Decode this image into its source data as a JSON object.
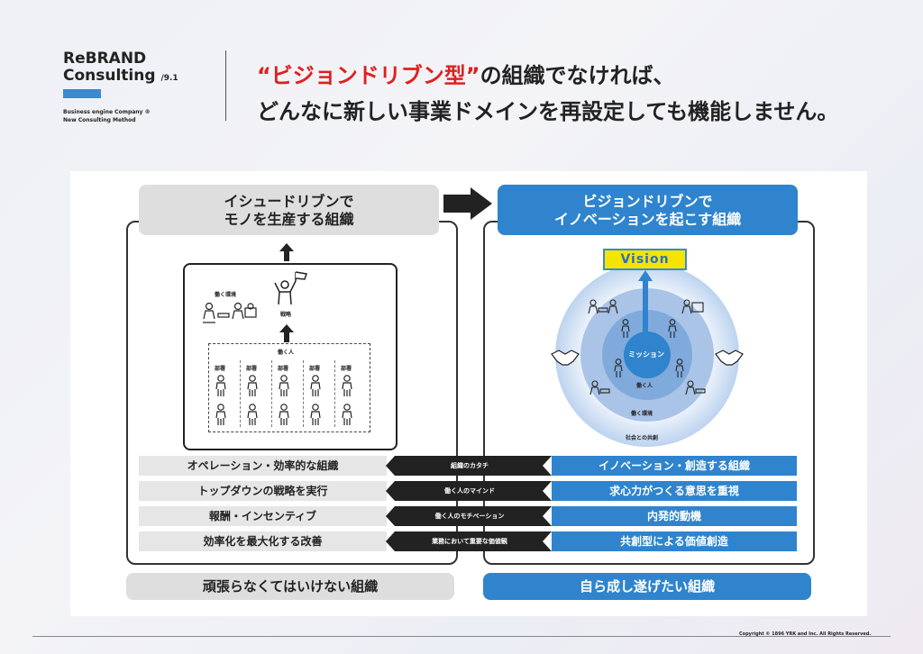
{
  "brand": {
    "line1": "ReBRAND",
    "line2": "Consulting",
    "issue": "/9.1",
    "sub1": "Business engine Company",
    "sub1_mark": "®",
    "sub2": "New Consulting Method"
  },
  "headline": {
    "quote_open": "“",
    "highlight": "ビジョンドリブン型",
    "quote_close": "”",
    "rest1": "の組織でなければ、",
    "line2": "どんなに新しい事業ドメインを再設定しても機能しません。"
  },
  "left": {
    "title_line1": "イシュードリブンで",
    "title_line2": "モノを生産する組織",
    "env_label": "働く環境",
    "strategy_label": "戦略",
    "workers_label": "働く人",
    "dept_label": "部署",
    "footer": "頑張らなくてはいけない組織"
  },
  "right": {
    "title_line1": "ビジョンドリブンで",
    "title_line2": "イノベーションを起こす組織",
    "vision": "Vision",
    "mission": "ミッション",
    "workers_label": "働く人",
    "env_label": "働く環境",
    "society_label": "社会との共創",
    "footer": "自ら成し遂げたい組織"
  },
  "rows": [
    {
      "left": "オペレーション・効率的な組織",
      "mid": "組織のカタチ",
      "right": "イノベーション・創造する組織"
    },
    {
      "left": "トップダウンの戦略を実行",
      "mid": "働く人のマインド",
      "right": "求心力がつくる意思を重視"
    },
    {
      "left": "報酬・インセンティブ",
      "mid": "働く人のモチベーション",
      "right": "内発的動機"
    },
    {
      "left": "効率化を最大化する改善",
      "mid": "業務において重要な価値観",
      "right": "共創型による価値創造"
    }
  ],
  "copyright": "Copyright © 1896 YRK and Inc. All Rights Reserved.",
  "colors": {
    "accent_blue": "#2f84cd",
    "highlight_red": "#e02020",
    "vision_yellow": "#f5e400",
    "gray_box": "#dedede"
  }
}
